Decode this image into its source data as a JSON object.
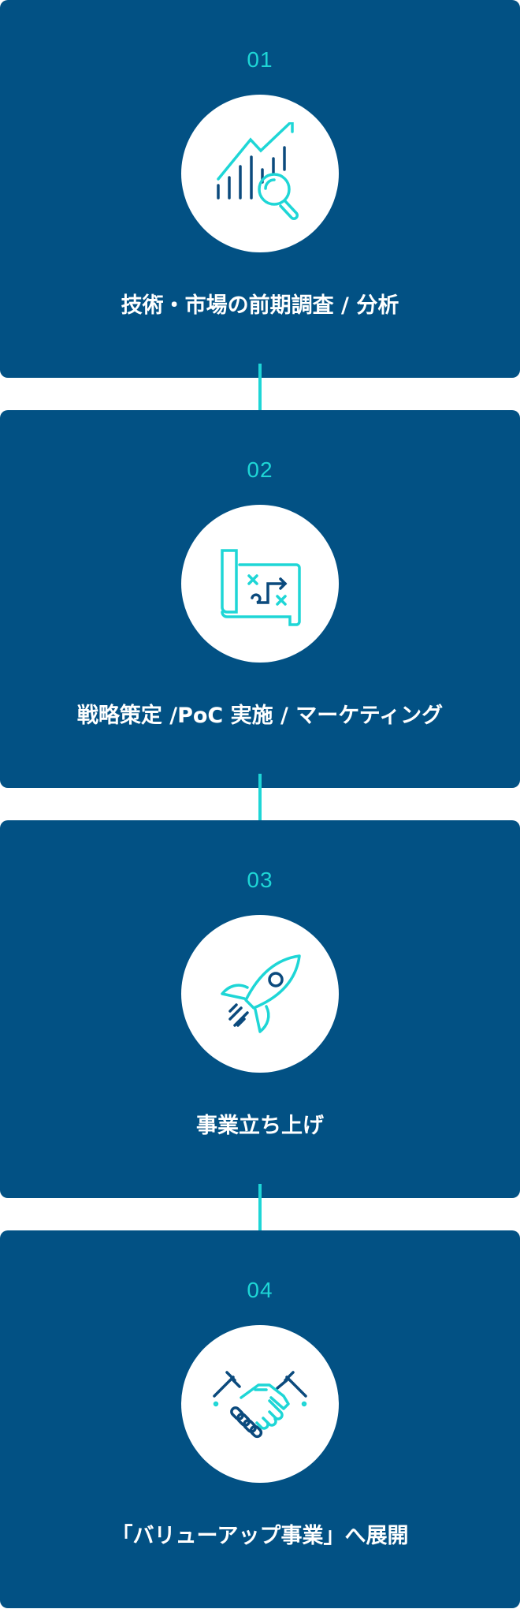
{
  "colors": {
    "card": "#025184",
    "accent": "#1ed6d6",
    "icon_dark": "#0b4a7d"
  },
  "steps": [
    {
      "number": "01",
      "title": "技術・市場の前期調査 / 分析",
      "icon": "chart-search-icon"
    },
    {
      "number": "02",
      "title": "戦略策定 /PoC 実施 / マーケティング",
      "icon": "strategy-map-icon"
    },
    {
      "number": "03",
      "title": "事業立ち上げ",
      "icon": "rocket-icon"
    },
    {
      "number": "04",
      "title": "「バリューアップ事業」へ展開",
      "icon": "handshake-icon"
    }
  ]
}
